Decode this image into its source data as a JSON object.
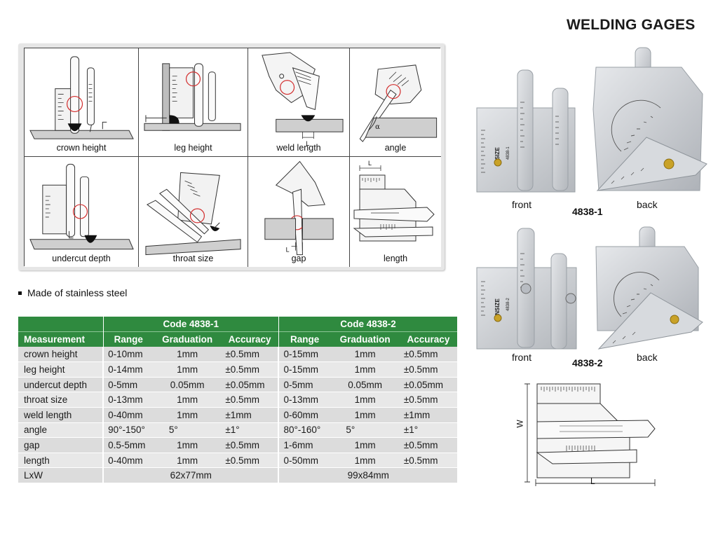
{
  "title": "WELDING GAGES",
  "illustrations": [
    {
      "caption": "crown height",
      "icon": "crown-height-illustration"
    },
    {
      "caption": "leg height",
      "icon": "leg-height-illustration"
    },
    {
      "caption": "weld length",
      "icon": "weld-length-illustration"
    },
    {
      "caption": "angle",
      "icon": "angle-illustration"
    },
    {
      "caption": "undercut depth",
      "icon": "undercut-depth-illustration"
    },
    {
      "caption": "throat size",
      "icon": "throat-size-illustration"
    },
    {
      "caption": "gap",
      "icon": "gap-illustration"
    },
    {
      "caption": "length",
      "icon": "length-illustration"
    }
  ],
  "illustration_labels": {
    "l": "L"
  },
  "feature": "Made of stainless steel",
  "table": {
    "code_1": "Code 4838-1",
    "code_2": "Code 4838-2",
    "headers": [
      "Measurement",
      "Range",
      "Graduation",
      "Accuracy",
      "Range",
      "Graduation",
      "Accuracy"
    ],
    "rows": [
      [
        "crown height",
        "0-10mm",
        "1mm",
        "±0.5mm",
        "0-15mm",
        "1mm",
        "±0.5mm"
      ],
      [
        "leg height",
        "0-14mm",
        "1mm",
        "±0.5mm",
        "0-15mm",
        "1mm",
        "±0.5mm"
      ],
      [
        "undercut depth",
        "0-5mm",
        "0.05mm",
        "±0.05mm",
        "0-5mm",
        "0.05mm",
        "±0.05mm"
      ],
      [
        "throat size",
        "0-13mm",
        "1mm",
        "±0.5mm",
        "0-13mm",
        "1mm",
        "±0.5mm"
      ],
      [
        "weld length",
        "0-40mm",
        "1mm",
        "±1mm",
        "0-60mm",
        "1mm",
        "±1mm"
      ],
      [
        "angle",
        "90°-150°",
        "5°",
        "±1°",
        "80°-160°",
        "5°",
        "±1°"
      ],
      [
        "gap",
        "0.5-5mm",
        "1mm",
        "±0.5mm",
        "1-6mm",
        "1mm",
        "±0.5mm"
      ],
      [
        "length",
        "0-40mm",
        "1mm",
        "±0.5mm",
        "0-50mm",
        "1mm",
        "±0.5mm"
      ]
    ],
    "lxw_label": "LxW",
    "lxw_1": "62x77mm",
    "lxw_2": "99x84mm"
  },
  "products": [
    {
      "model": "4838-1",
      "front": "front",
      "back": "back",
      "brand": "INSIZE",
      "code_mark": "4838-1"
    },
    {
      "model": "4838-2",
      "front": "front",
      "back": "back",
      "brand": "INSIZE",
      "code_mark": "4838-2"
    }
  ],
  "dimension_labels": {
    "width": "W",
    "length": "L"
  },
  "colors": {
    "header_green": "#2f8a3f",
    "row_grey": "#e8e8e8",
    "alt_row_grey": "#dcdcdc",
    "steel": "#c9ccd0",
    "red_marker": "#d22b2b",
    "brass": "#c9a227"
  }
}
